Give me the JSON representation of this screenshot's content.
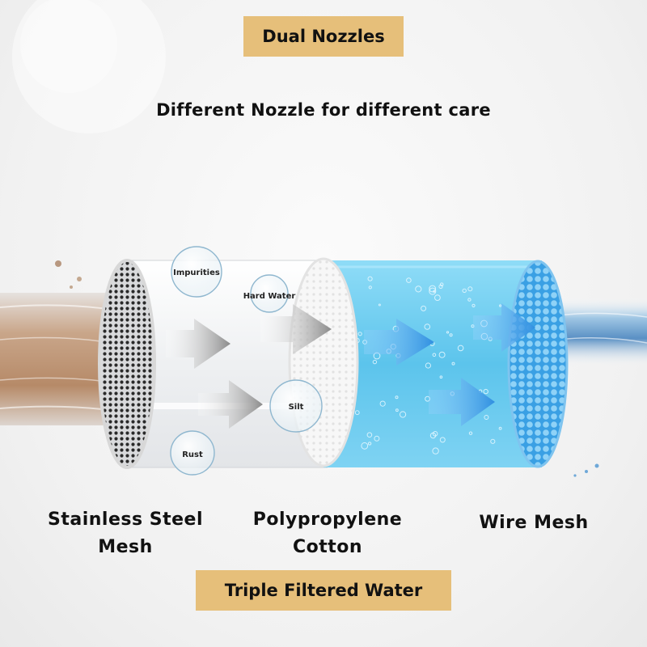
{
  "header": {
    "badge": "Dual Nozzles",
    "subtitle": "Different Nozzle for different care"
  },
  "contaminants": [
    "Impurities",
    "Hard Water",
    "Silt",
    "Rust"
  ],
  "layers": [
    {
      "name": "Stainless Steel Mesh",
      "line1": "Stainless Steel",
      "line2": "Mesh"
    },
    {
      "name": "Polypropylene Cotton",
      "line1": "Polypropylene",
      "line2": "Cotton"
    },
    {
      "name": "Wire Mesh",
      "line1": "Wire Mesh",
      "line2": ""
    }
  ],
  "footer": {
    "badge": "Triple Filtered Water"
  },
  "colors": {
    "badge": "#e6bf7a",
    "water_blue": "#5cc4ec",
    "arrow_blue": "#2f8fe0",
    "arrow_gray": "#8f8f8f"
  },
  "icons": [
    "water-stream",
    "steel-mesh-disc",
    "cotton-disc",
    "wire-mesh-disc",
    "flow-arrow",
    "contaminant-bubble"
  ]
}
